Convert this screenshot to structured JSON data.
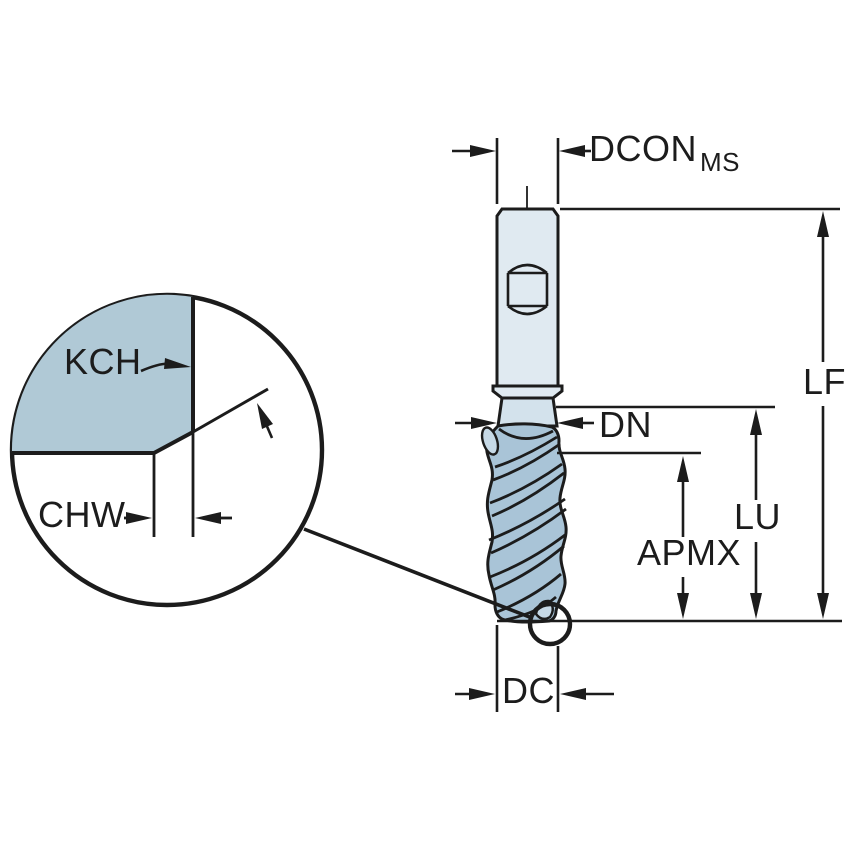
{
  "labels": {
    "dcon": "DCON",
    "dcon_sub": "MS",
    "lf": "LF",
    "dn": "DN",
    "lu": "LU",
    "apmx": "APMX",
    "dc": "DC",
    "kch": "KCH",
    "chw": "CHW"
  },
  "colors": {
    "line": "#1c1c1c",
    "background": "#ffffff",
    "shank_fill": "#e0eaf1",
    "neck_fill": "#d3e2ec",
    "flute_fill": "#a9c4d7",
    "flute_highlight": "#c6d9e6",
    "detail_fill": "#b0c9d6"
  }
}
